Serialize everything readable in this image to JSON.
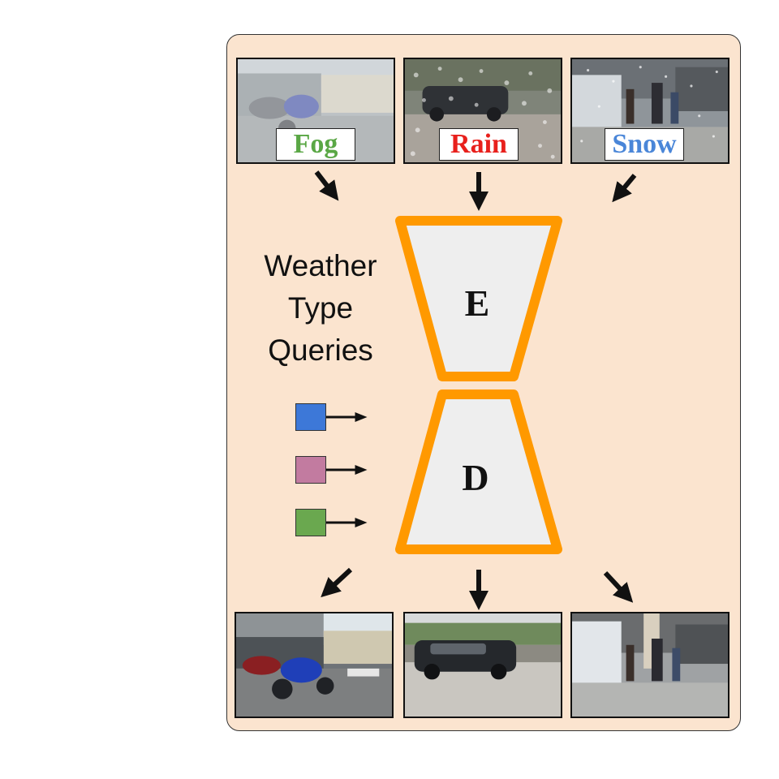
{
  "inputs": [
    {
      "label": "Fog",
      "label_color": "#5aa745",
      "scene": "motorbikes"
    },
    {
      "label": "Rain",
      "label_color": "#e8201c",
      "scene": "car"
    },
    {
      "label": "Snow",
      "label_color": "#4a86d8",
      "scene": "street"
    }
  ],
  "queries": {
    "title": "Weather\nType\nQueries",
    "colors": [
      "#3d78d8",
      "#c27ba0",
      "#6aa84f"
    ]
  },
  "encoder": {
    "letter": "E"
  },
  "decoder": {
    "letter": "D"
  },
  "colors": {
    "panel_bg": "#fbe4cf",
    "block_stroke": "#ff9900",
    "block_fill": "#eeeeee"
  }
}
